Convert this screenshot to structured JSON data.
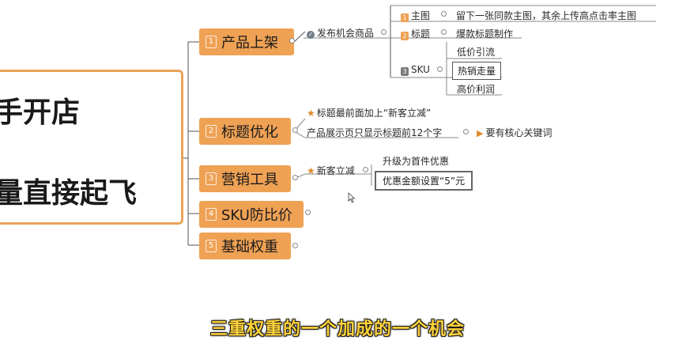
{
  "root": {
    "line1": "手开店",
    "line2": "量直接起飞"
  },
  "branches": [
    {
      "num": "1",
      "label": "产品上架"
    },
    {
      "num": "2",
      "label": "标题优化"
    },
    {
      "num": "3",
      "label": "营销工具"
    },
    {
      "num": "4",
      "label": "SKU防比价"
    },
    {
      "num": "5",
      "label": "基础权重"
    }
  ],
  "b1": {
    "sub": "发布机会商品",
    "zhutu_num": "1",
    "zhutu": "主图",
    "zhutu_desc": "留下一张同款主图，其余上传高点击率主图",
    "biaoti_num": "2",
    "biaoti": "标题",
    "biaoti_desc": "爆款标题制作",
    "sku_num": "3",
    "sku": "SKU",
    "sku_items": [
      "低价引流",
      "热销走量",
      "高价利润"
    ]
  },
  "b2": {
    "item1": "标题最前面加上“新客立减”",
    "item2": "产品展示页只显示标题前12个字",
    "item3": "要有核心关键词"
  },
  "b3": {
    "sub": "新客立减",
    "item1": "升级为首件优惠",
    "item2": "优惠金额设置“5”元"
  },
  "subtitle": "三重权重的一个加成的一个机会",
  "colors": {
    "node": "#efa154",
    "subtitle": "#ffd33a",
    "root_border": "#e9a35a"
  }
}
